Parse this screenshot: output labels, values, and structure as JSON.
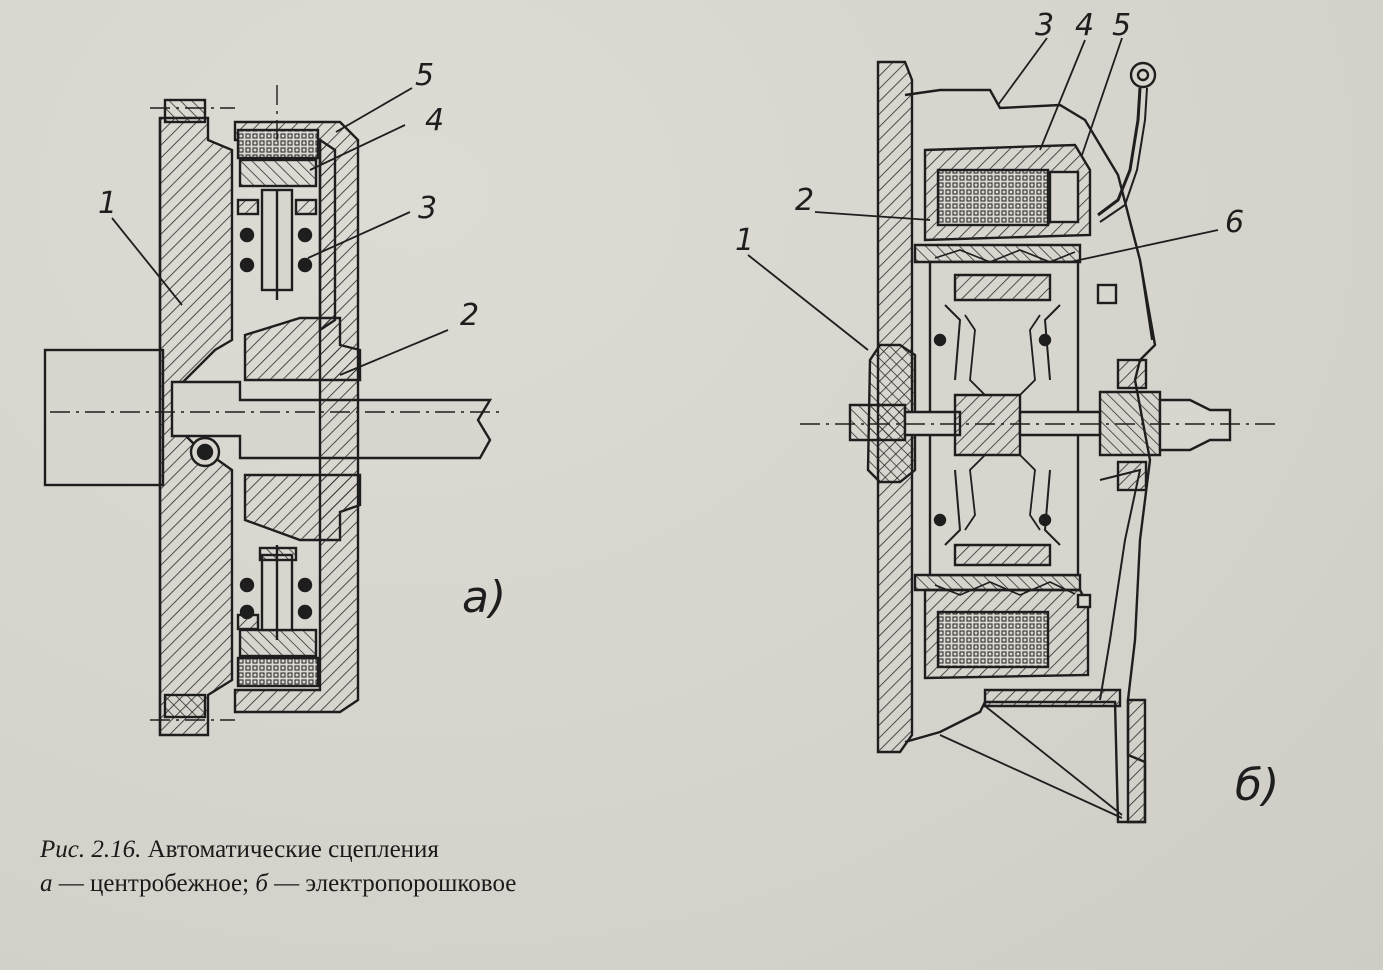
{
  "figure": {
    "sub_a": {
      "subfigure_label": "а)",
      "callouts": [
        "1",
        "2",
        "3",
        "4",
        "5"
      ]
    },
    "sub_b": {
      "subfigure_label": "б)",
      "callouts": [
        "1",
        "2",
        "3",
        "4",
        "5",
        "6"
      ]
    }
  },
  "caption": {
    "number": "Рис. 2.16.",
    "title": "Автоматические сцепления",
    "line2_key_a": "а",
    "line2_dash_a": " — центробежное; ",
    "line2_key_b": "б",
    "line2_dash_b": " — электропорошковое"
  },
  "colors": {
    "paper": "#d9d6d0",
    "ink": "#1e1e1e"
  }
}
